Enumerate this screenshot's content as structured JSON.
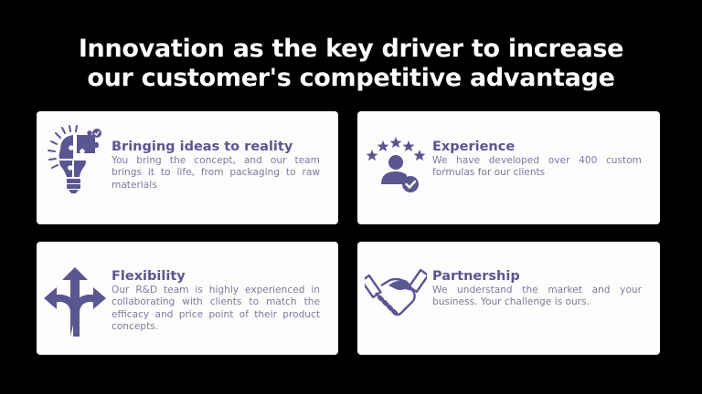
{
  "title": {
    "line1": "Innovation as the key driver to increase",
    "line2": "our customer's competitive advantage"
  },
  "colors": {
    "background": "#000000",
    "card": "#fdfdfe",
    "accent": "#5b5590",
    "body_text": "#7c7a99"
  },
  "cards": [
    {
      "icon": "lightbulb-puzzle-icon",
      "heading": "Bringing ideas to reality",
      "description": "You bring the concept, and our team brings it to life, from packaging to raw materials"
    },
    {
      "icon": "rated-expert-icon",
      "heading": "Experience",
      "description": "We have developed over 400 custom formulas for our clients"
    },
    {
      "icon": "split-arrows-icon",
      "heading": "Flexibility",
      "description": "Our R&D team is highly experienced in collaborating with clients to match the efficacy and price point of their product concepts."
    },
    {
      "icon": "handshake-icon",
      "heading": "Partnership",
      "description": "We understand the market and your business.  Your challenge is ours."
    }
  ]
}
